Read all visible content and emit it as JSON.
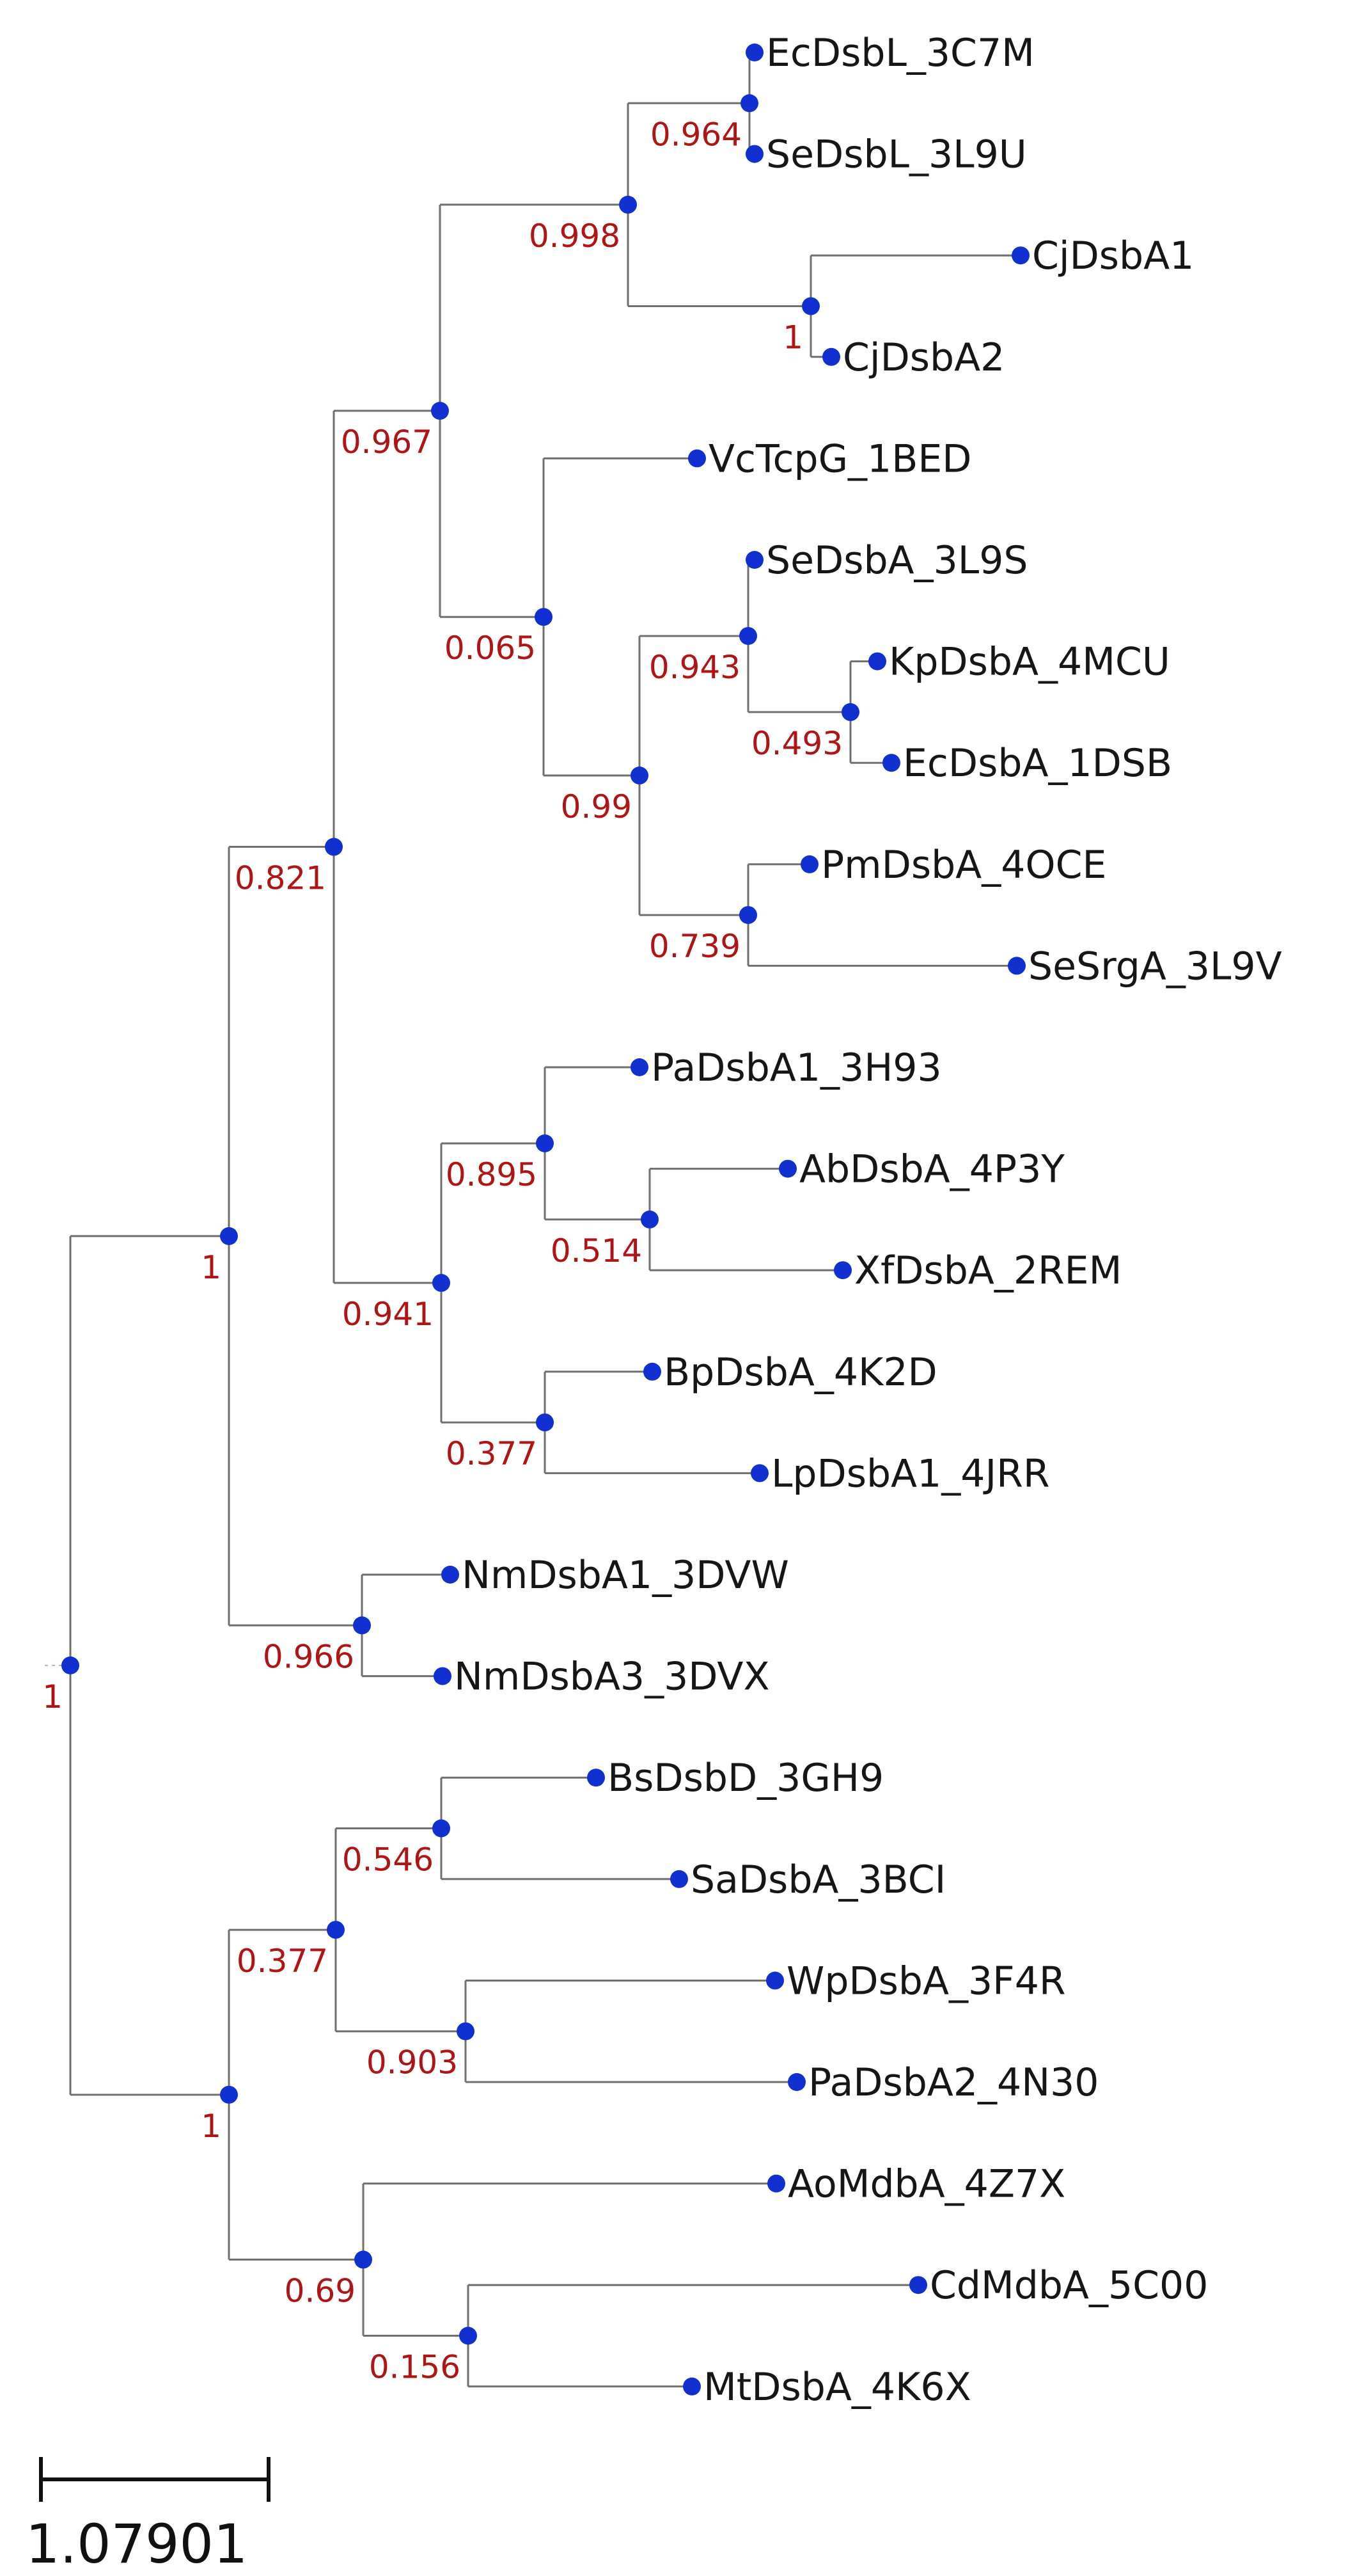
{
  "tree": {
    "id": "root",
    "support": "1",
    "children": [
      {
        "id": "n1",
        "support": "1",
        "children": [
          {
            "id": "n2",
            "support": "0.821",
            "children": [
              {
                "id": "n3",
                "support": "0.967",
                "children": [
                  {
                    "id": "n4",
                    "support": "0.998",
                    "children": [
                      {
                        "id": "n5",
                        "support": "0.964",
                        "children": [
                          {
                            "label": "EcDsbL_3C7M"
                          },
                          {
                            "label": "SeDsbL_3L9U"
                          }
                        ]
                      },
                      {
                        "id": "n6",
                        "support": "1",
                        "children": [
                          {
                            "label": "CjDsbA1"
                          },
                          {
                            "label": "CjDsbA2"
                          }
                        ]
                      }
                    ]
                  },
                  {
                    "id": "n7",
                    "support": "0.065",
                    "children": [
                      {
                        "label": "VcTcpG_1BED"
                      },
                      {
                        "id": "n8",
                        "support": "0.99",
                        "children": [
                          {
                            "id": "n9",
                            "support": "0.943",
                            "children": [
                              {
                                "label": "SeDsbA_3L9S"
                              },
                              {
                                "id": "n10",
                                "support": "0.493",
                                "children": [
                                  {
                                    "label": "KpDsbA_4MCU"
                                  },
                                  {
                                    "label": "EcDsbA_1DSB"
                                  }
                                ]
                              }
                            ]
                          },
                          {
                            "id": "n11",
                            "support": "0.739",
                            "children": [
                              {
                                "label": "PmDsbA_4OCE"
                              },
                              {
                                "label": "SeSrgA_3L9V"
                              }
                            ]
                          }
                        ]
                      }
                    ]
                  }
                ]
              },
              {
                "id": "n12",
                "support": "0.941",
                "children": [
                  {
                    "id": "n13",
                    "support": "0.895",
                    "children": [
                      {
                        "label": "PaDsbA1_3H93"
                      },
                      {
                        "id": "n14",
                        "support": "0.514",
                        "children": [
                          {
                            "label": "AbDsbA_4P3Y"
                          },
                          {
                            "label": "XfDsbA_2REM"
                          }
                        ]
                      }
                    ]
                  },
                  {
                    "id": "n15",
                    "support": "0.377",
                    "children": [
                      {
                        "label": "BpDsbA_4K2D"
                      },
                      {
                        "label": "LpDsbA1_4JRR"
                      }
                    ]
                  }
                ]
              }
            ]
          },
          {
            "id": "n16",
            "support": "0.966",
            "children": [
              {
                "label": "NmDsbA1_3DVW"
              },
              {
                "label": "NmDsbA3_3DVX"
              }
            ]
          }
        ]
      },
      {
        "id": "n17",
        "support": "1",
        "children": [
          {
            "id": "n18",
            "support": "0.377",
            "children": [
              {
                "id": "n19",
                "support": "0.546",
                "children": [
                  {
                    "label": "BsDsbD_3GH9"
                  },
                  {
                    "label": "SaDsbA_3BCI"
                  }
                ]
              },
              {
                "id": "n20",
                "support": "0.903",
                "children": [
                  {
                    "label": "WpDsbA_3F4R"
                  },
                  {
                    "label": "PaDsbA2_4N30"
                  }
                ]
              }
            ]
          },
          {
            "id": "n21",
            "support": "0.69",
            "children": [
              {
                "label": "AoMdbA_4Z7X"
              },
              {
                "id": "n22",
                "support": "0.156",
                "children": [
                  {
                    "label": "CdMdbA_5C00"
                  },
                  {
                    "label": "MtDsbA_4K6X"
                  }
                ]
              }
            ]
          }
        ]
      }
    ]
  },
  "scale_bar": {
    "label": "1.07901"
  }
}
